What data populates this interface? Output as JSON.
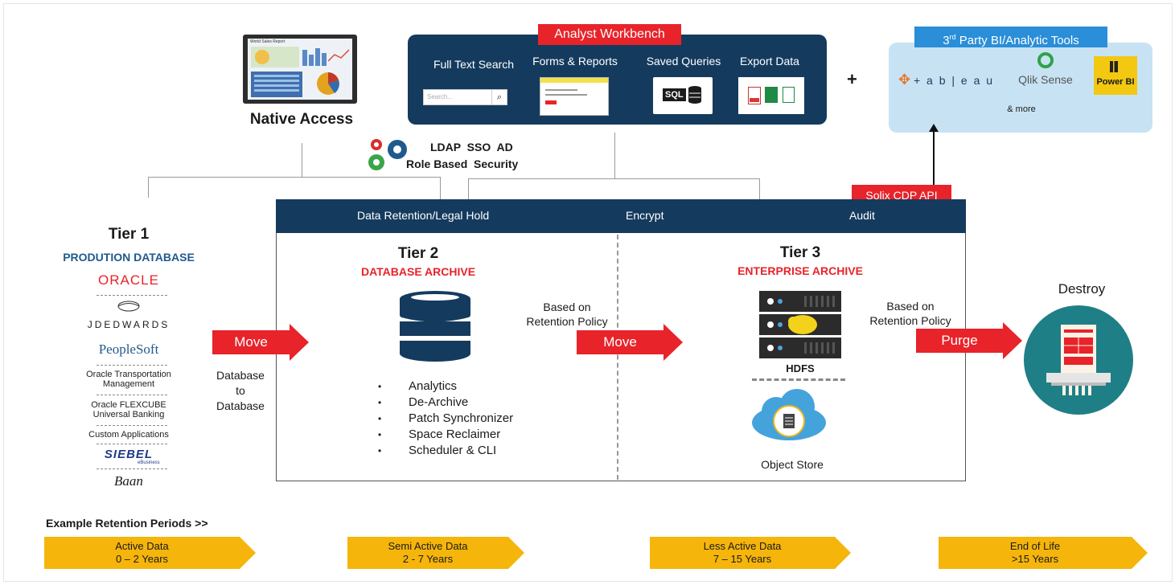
{
  "native_access": {
    "label": "Native Access",
    "screen_title": "World Sales Report"
  },
  "workbench": {
    "title": "Analyst Workbench",
    "full_text_search": "Full Text Search",
    "search_placeholder": "Search...",
    "forms_reports": "Forms & Reports",
    "saved_queries": "Saved Queries",
    "sql_text": "SQL",
    "export_data": "Export Data"
  },
  "plus": "+",
  "bi_tools": {
    "title_main": "3",
    "title_sup": "rd",
    "title_rest": " Party BI/Analytic Tools",
    "tableau": "+ a b | e a u",
    "qlik": "Qlik Sense",
    "powerbi": "Power BI",
    "more": "& more"
  },
  "security": {
    "line1": "LDAP  SSO  AD",
    "line2": "Role Based  Security"
  },
  "api": "Solix CDP API",
  "archive_bar": {
    "retention": "Data Retention/Legal Hold",
    "encrypt": "Encrypt",
    "audit": "Audit"
  },
  "tier1": {
    "title": "Tier 1",
    "subtitle": "PRODUTION DATABASE",
    "oracle": "ORACLE",
    "jde": "JDEDWARDS",
    "peoplesoft": "PeopleSoft",
    "otm": "Oracle Transportation Management",
    "flexcube": "Oracle FLEXCUBE Universal Banking",
    "custom": "Custom Applications",
    "siebel": "SIEBEL",
    "siebel_sub": "eBusiness",
    "baan": "Baan"
  },
  "tier2": {
    "title": "Tier 2",
    "subtitle": "DATABASE ARCHIVE",
    "features": [
      "Analytics",
      "De-Archive",
      "Patch Synchronizer",
      "Space Reclaimer",
      "Scheduler & CLI"
    ]
  },
  "tier3": {
    "title": "Tier 3",
    "subtitle": "ENTERPRISE ARCHIVE",
    "hdfs": "HDFS",
    "object_store": "Object Store"
  },
  "move1": {
    "label": "Move",
    "note": "Database to Database"
  },
  "move2": {
    "label": "Move",
    "note": "Based on Retention Policy"
  },
  "purge": {
    "label": "Purge",
    "note": "Based on Retention Policy"
  },
  "destroy": "Destroy",
  "retention": {
    "heading": "Example Retention Periods >>",
    "periods": [
      {
        "label": "Active Data",
        "range": "0 – 2 Years"
      },
      {
        "label": "Semi Active Data",
        "range": "2 - 7 Years"
      },
      {
        "label": "Less Active Data",
        "range": "7 – 15 Years"
      },
      {
        "label": "End of Life",
        "range": ">15 Years"
      }
    ]
  },
  "colors": {
    "navy": "#143b5e",
    "red": "#e8232a",
    "gold": "#f5b50b",
    "teal": "#1f7f86"
  }
}
